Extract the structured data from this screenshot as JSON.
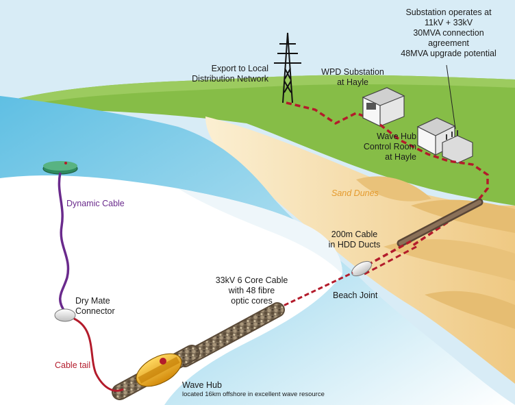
{
  "labels": {
    "substation_info": [
      "Substation operates at",
      "11kV + 33kV",
      "30MVA connection",
      "agreement",
      "48MVA upgrade potential"
    ],
    "export": [
      "Export to Local",
      "Distribution Network"
    ],
    "wpd": [
      "WPD Substation",
      "at Hayle"
    ],
    "control_room": [
      "Wave Hub",
      "Control Room",
      "at Hayle"
    ],
    "sand_dunes": "Sand Dunes",
    "hdd_cable": [
      "200m Cable",
      "in HDD Ducts"
    ],
    "beach_joint": "Beach Joint",
    "core_cable": [
      "33kV 6 Core Cable",
      "with 48 fibre",
      "optic cores"
    ],
    "dynamic_cable": "Dynamic Cable",
    "dry_mate": [
      "Dry Mate",
      "Connector"
    ],
    "cable_tail": "Cable tail",
    "wave_hub": "Wave Hub",
    "wave_hub_sub": "located 16km offshore in excellent wave resource"
  },
  "colors": {
    "sky": "#cfe6f3",
    "grass": "#86bd47",
    "sand": "#f3d9a0",
    "sea": "#8fd0ea",
    "seabed": "#ffffff",
    "cable_red": "#b31b2b",
    "cable_purple": "#6a2a8c",
    "hub_yellow": "#f2b21c",
    "buoy_green": "#2f8a5e"
  }
}
